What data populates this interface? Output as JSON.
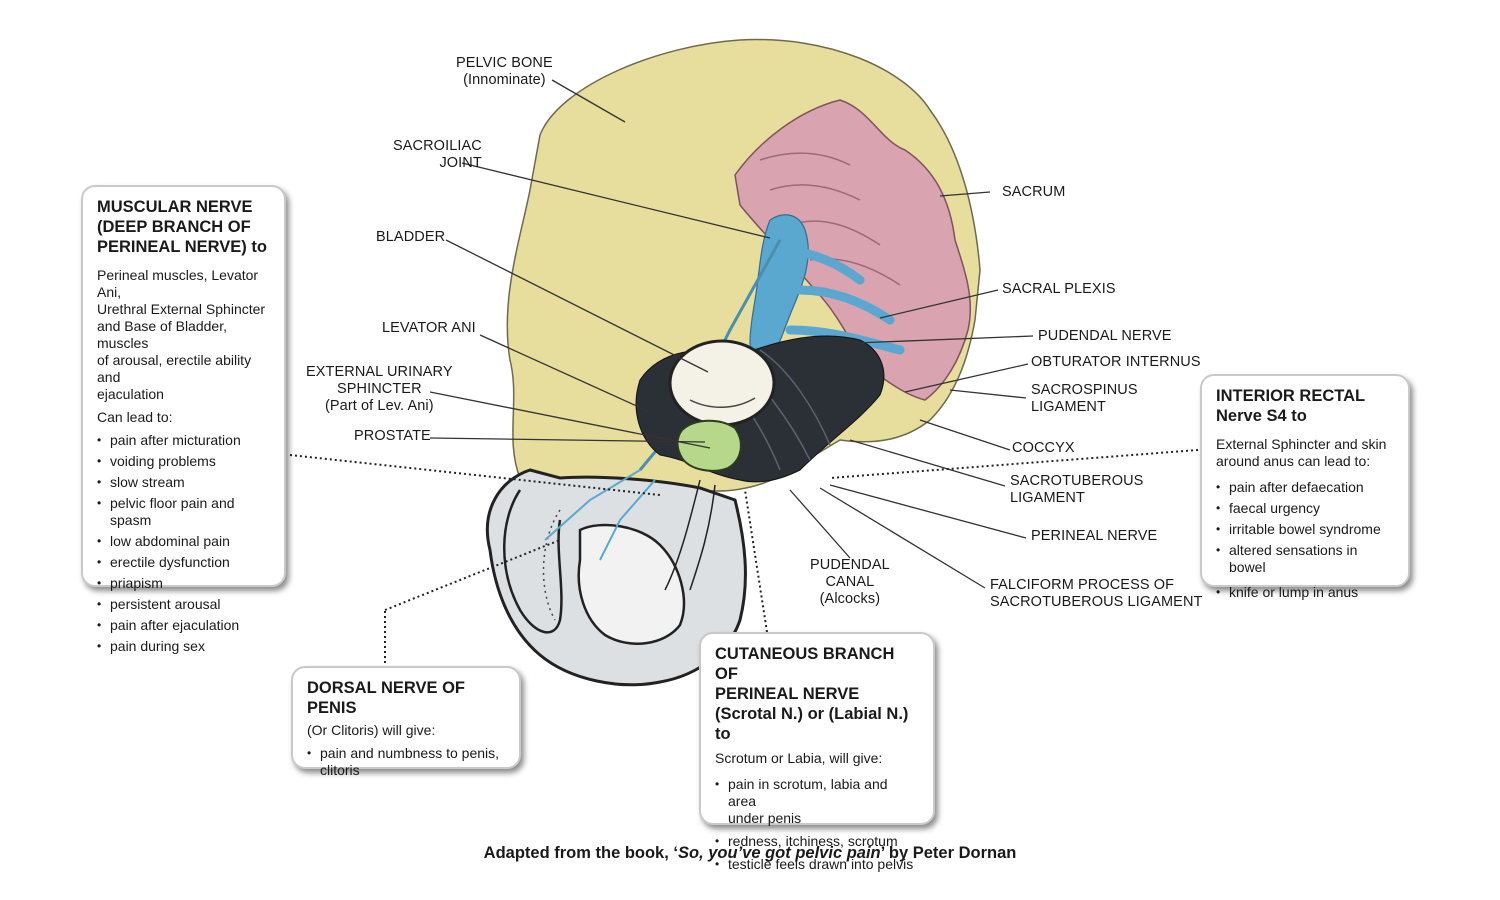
{
  "labels": {
    "pelvic_bone": [
      "PELVIC BONE",
      "(Innominate)"
    ],
    "sacroiliac": [
      "SACROILIAC",
      "JOINT"
    ],
    "bladder": "BLADDER",
    "levator_ani": "LEVATOR ANI",
    "ext_urinary": [
      "EXTERNAL URINARY",
      "SPHINCTER",
      "(Part of Lev. Ani)"
    ],
    "prostate": "PROSTATE",
    "sacrum": "SACRUM",
    "sacral_plexis": "SACRAL PLEXIS",
    "pudendal_nerve": "PUDENDAL NERVE",
    "obturator": "OBTURATOR INTERNUS",
    "sacrospinus": [
      "SACROSPINUS",
      "LIGAMENT"
    ],
    "coccyx": "COCCYX",
    "sacrotuberous": [
      "SACROTUBEROUS",
      "LIGAMENT"
    ],
    "perineal_nerve": "PERINEAL NERVE",
    "pudendal_canal": [
      "PUDENDAL",
      "CANAL",
      "(Alcocks)"
    ],
    "falciform": [
      "FALCIFORM PROCESS OF",
      "SACROTUBEROUS LIGAMENT"
    ]
  },
  "boxes": {
    "muscular": {
      "title": [
        "MUSCULAR NERVE",
        "(DEEP BRANCH OF",
        "PERINEAL NERVE) to"
      ],
      "intro": [
        "Perineal muscles, Levator Ani,",
        "Urethral External Sphincter",
        "and Base of Bladder, muscles",
        "of arousal, erectile ability and",
        "ejaculation"
      ],
      "lead": "Can lead to:",
      "items": [
        "pain after micturation",
        "voiding problems",
        "slow stream",
        "pelvic floor pain and spasm",
        "low abdominal pain",
        "erectile dysfunction",
        "priapism",
        "persistent arousal",
        "pain after ejaculation",
        "pain during sex"
      ]
    },
    "dorsal": {
      "title": "DORSAL NERVE OF PENIS",
      "intro": "(Or Clitoris) will give:",
      "items": [
        [
          "pain and numbness to penis,",
          "clitoris"
        ]
      ]
    },
    "cutaneous": {
      "title": [
        "CUTANEOUS BRANCH OF",
        "PERINEAL NERVE",
        "(Scrotal N.) or (Labial N.) to"
      ],
      "intro": "Scrotum or Labia, will give:",
      "items": [
        [
          "pain in scrotum, labia and area",
          "under penis"
        ],
        [
          "redness, itchiness, scrotum"
        ],
        [
          "testicle feels drawn into pelvis"
        ]
      ]
    },
    "rectal": {
      "title": [
        "INTERIOR RECTAL",
        "Nerve S4 to"
      ],
      "intro": [
        "External Sphincter and skin",
        "around anus can lead to:"
      ],
      "items": [
        "pain after defaecation",
        "faecal urgency",
        "irritable bowel syndrome",
        "altered sensations in bowel",
        "knife or lump in anus"
      ]
    }
  },
  "caption": {
    "prefix": "Adapted from the book, ‘",
    "title": "So, you’ve got pelvic pain",
    "suffix": "’ by Peter Dornan"
  },
  "colors": {
    "bone": "#e7dd9c",
    "sacrum": "#d9a3b0",
    "nerve_blue": "#5aa8d0",
    "prostate": "#b5d88a",
    "muscle_dark": "#2b2f36",
    "organ_grey": "#dde0e3"
  }
}
